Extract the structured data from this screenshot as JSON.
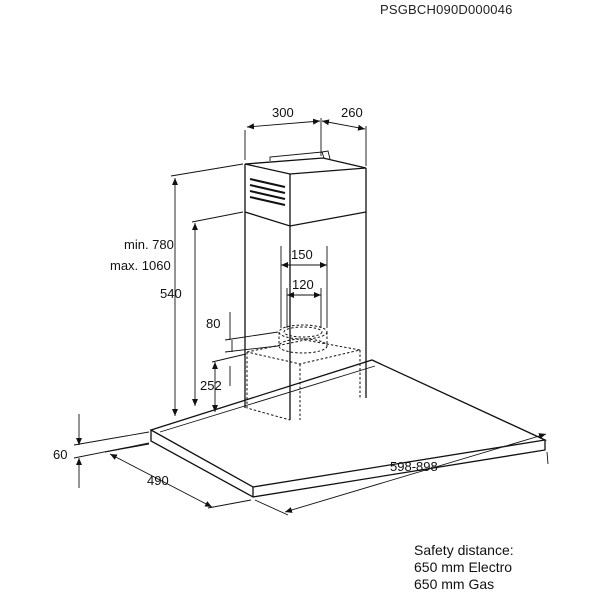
{
  "doc_code": "PSGBCH090D000046",
  "dimensions": {
    "chimney_width": "300",
    "chimney_depth": "260",
    "height_range_min": "min. 780",
    "height_range_max": "max. 1060",
    "chimney_height": "540",
    "outlet_outer": "150",
    "outlet_inner": "120",
    "collar_height": "80",
    "motor_height": "252",
    "canopy_thickness": "60",
    "canopy_depth": "490",
    "canopy_width": "598-898"
  },
  "safety_note": {
    "title": "Safety distance:",
    "line1": "650 mm Electro",
    "line2": "650 mm Gas"
  }
}
